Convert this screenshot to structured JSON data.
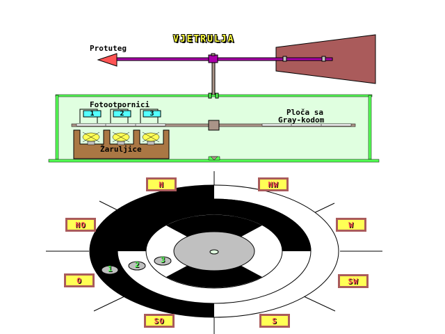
{
  "title": "VJETRULJA",
  "labels": {
    "counterweight": "Protuteg",
    "photoresistors": "Fotootpornici",
    "bulbs": "Žaruljice",
    "gray_plate_line1": "Ploča sa",
    "gray_plate_line2": "Gray-kodom"
  },
  "photoresistor_numbers": [
    "1",
    "2",
    "3"
  ],
  "disc_track_numbers": [
    "1",
    "2",
    "3"
  ],
  "directions": {
    "N": "N",
    "NW": "NW",
    "W": "W",
    "SW": "SW",
    "S": "S",
    "SO": "SO",
    "O": "O",
    "NO": "NO"
  },
  "colors": {
    "arm": "#aa00aa",
    "vane": "#aa5b5b",
    "arrow": "#ff5555",
    "mast": "#aa9488",
    "housing_bg": "#e0ffe0",
    "housing_frame": "#55ff55",
    "bulb_box": "#aa7744",
    "bulb": "#ffff55",
    "sensor": "#55ffff",
    "hub": "#c0c0c0",
    "label_bg": "#ffff55",
    "label_border": "#aa5b5b"
  }
}
